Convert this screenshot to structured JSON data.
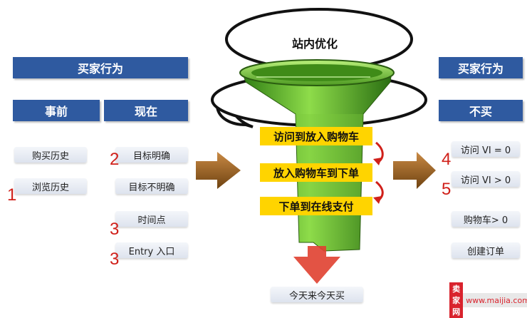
{
  "funnel": {
    "title": "站内优化",
    "steps": [
      "访问到放入购物车",
      "放入购物车到下单",
      "下单到在线支付"
    ]
  },
  "left": {
    "header": "买家行为",
    "col_before": {
      "header": "事前",
      "items": [
        "购买历史",
        "浏览历史"
      ]
    },
    "col_now": {
      "header": "现在",
      "items": [
        "目标明确",
        "目标不明确",
        "时间点",
        "Entry 入口"
      ]
    }
  },
  "right": {
    "header": "买家行为",
    "sub": "不买",
    "items": [
      "访问 VI = 0",
      "访问 VI > 0",
      "购物车> 0",
      "创建订单"
    ]
  },
  "bottom_label": "今天来今天买",
  "numbers": {
    "n1": "1",
    "n2": "2",
    "n3a": "3",
    "n3b": "3",
    "n4": "4",
    "n5": "5"
  },
  "watermark": {
    "brand": "卖家网",
    "url": "www.maijia.com"
  },
  "colors": {
    "header_blue": "#2f5aa0",
    "funnel_green": "#5fb52c",
    "step_yellow": "#ffd400",
    "arrow_red": "#e04030",
    "number_red": "#d0201a"
  }
}
